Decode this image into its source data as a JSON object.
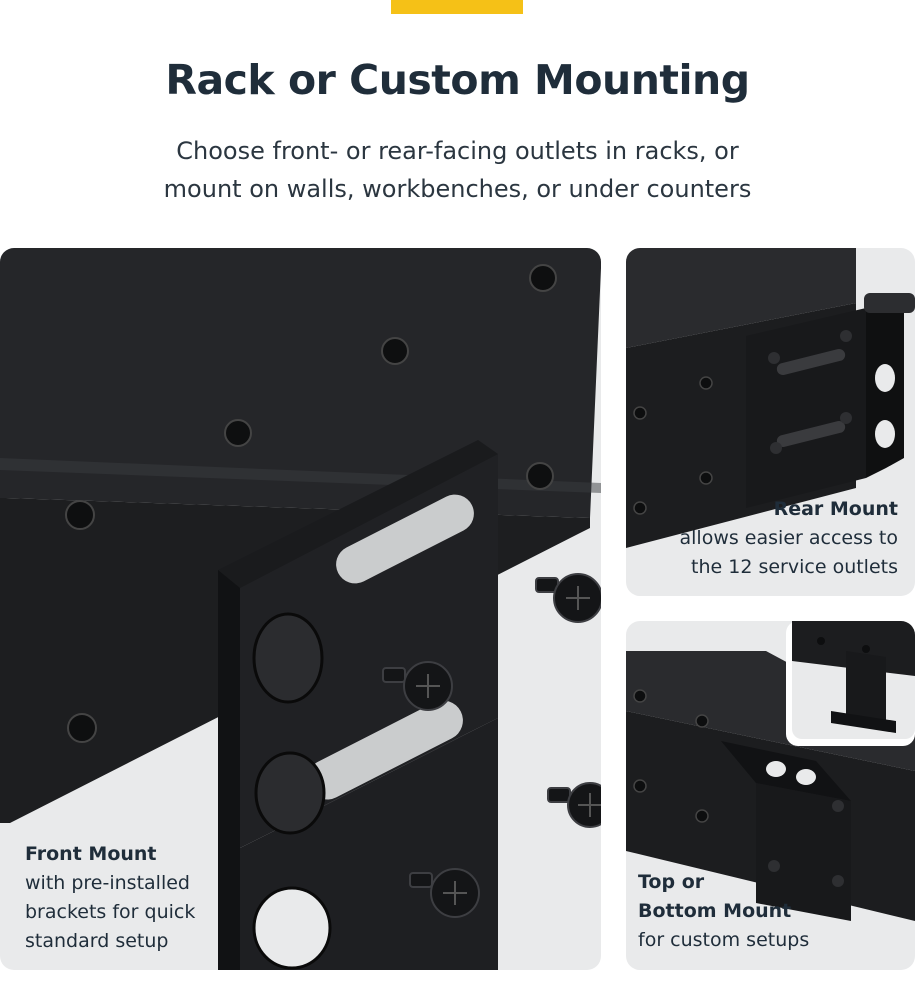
{
  "header": {
    "title": "Rack or Custom Mounting",
    "subtitle_line1": "Choose front- or rear-facing outlets in racks, or",
    "subtitle_line2": "mount on walls, workbenches, or under counters"
  },
  "colors": {
    "accent": "#f5c117",
    "text": "#1f2d3a",
    "panel_bg": "#e9eaeb",
    "metal": "#1b1c1e"
  },
  "panels": {
    "front": {
      "label": "Front Mount",
      "line1": "with pre-installed",
      "line2": "brackets for quick",
      "line3": "standard setup"
    },
    "rear": {
      "label": "Rear Mount",
      "line1": "allows easier access to",
      "line2": "the 12 service outlets"
    },
    "top": {
      "label_line1": "Top or",
      "label_line2": "Bottom Mount",
      "line1": "for custom setups"
    }
  }
}
